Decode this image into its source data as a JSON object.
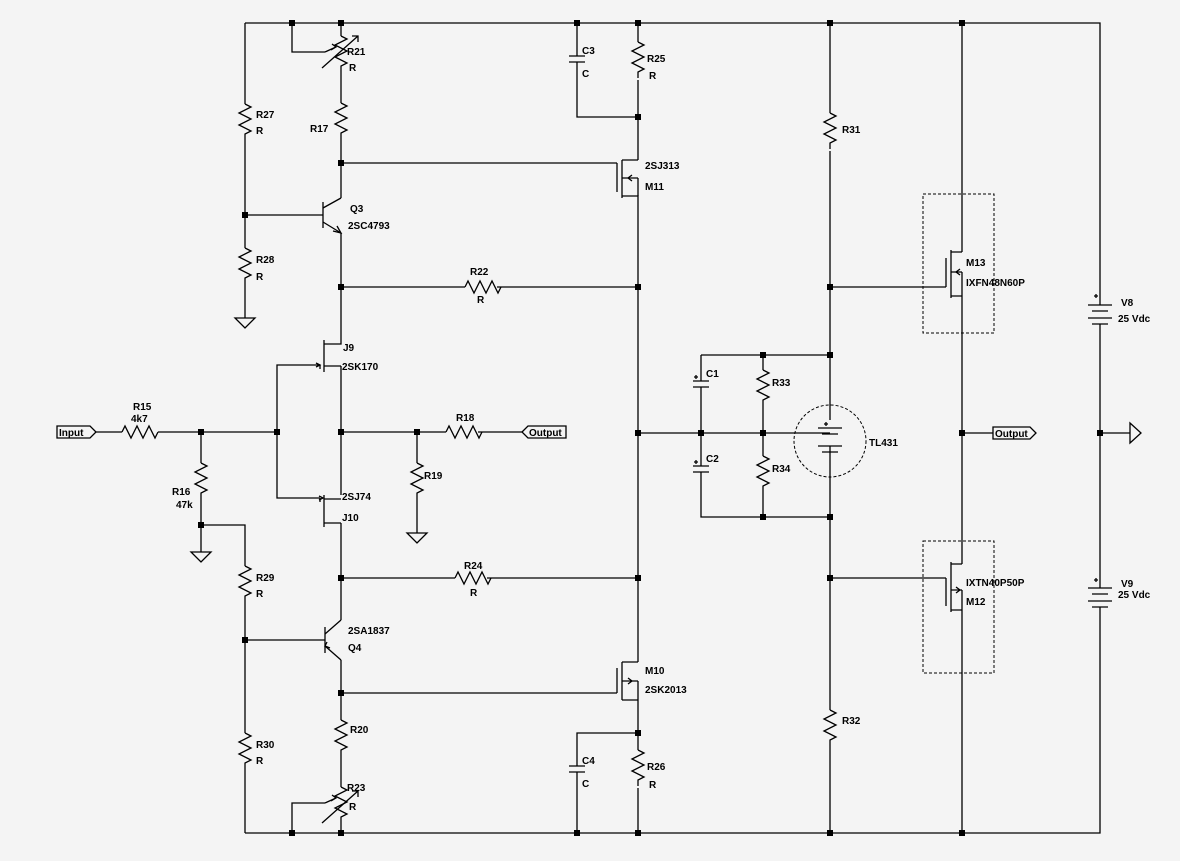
{
  "ports": {
    "input": "Input",
    "output_mid": "Output",
    "output_right": "Output"
  },
  "components": {
    "R15": {
      "ref": "R15",
      "value": "4k7"
    },
    "R16": {
      "ref": "R16",
      "value": "47k"
    },
    "R17": {
      "ref": "R17"
    },
    "R18": {
      "ref": "R18"
    },
    "R19": {
      "ref": "R19"
    },
    "R20": {
      "ref": "R20"
    },
    "R21": {
      "ref": "R21",
      "value": "R"
    },
    "R22": {
      "ref": "R22",
      "value": "R"
    },
    "R23": {
      "ref": "R23",
      "value": "R"
    },
    "R24": {
      "ref": "R24",
      "value": "R"
    },
    "R25": {
      "ref": "R25",
      "value": "R"
    },
    "R26": {
      "ref": "R26",
      "value": "R"
    },
    "R27": {
      "ref": "R27",
      "value": "R"
    },
    "R28": {
      "ref": "R28",
      "value": "R"
    },
    "R29": {
      "ref": "R29",
      "value": "R"
    },
    "R30": {
      "ref": "R30",
      "value": "R"
    },
    "R31": {
      "ref": "R31"
    },
    "R32": {
      "ref": "R32"
    },
    "R33": {
      "ref": "R33"
    },
    "R34": {
      "ref": "R34"
    },
    "C1": {
      "ref": "C1"
    },
    "C2": {
      "ref": "C2"
    },
    "C3": {
      "ref": "C3",
      "value": "C"
    },
    "C4": {
      "ref": "C4",
      "value": "C"
    },
    "Q3": {
      "ref": "Q3",
      "part": "2SC4793"
    },
    "Q4": {
      "ref": "Q4",
      "part": "2SA1837"
    },
    "J9": {
      "ref": "J9",
      "part": "2SK170"
    },
    "J10": {
      "ref": "J10",
      "part": "2SJ74"
    },
    "M10": {
      "ref": "M10",
      "part": "2SK2013"
    },
    "M11": {
      "ref": "M11",
      "part": "2SJ313"
    },
    "M12": {
      "ref": "M12",
      "part": "IXTN40P50P"
    },
    "M13": {
      "ref": "M13",
      "part": "IXFN48N60P"
    },
    "TL431": {
      "ref": "TL431"
    },
    "V8": {
      "ref": "V8",
      "value": "25 Vdc"
    },
    "V9": {
      "ref": "V9",
      "value": "25 Vdc"
    }
  }
}
